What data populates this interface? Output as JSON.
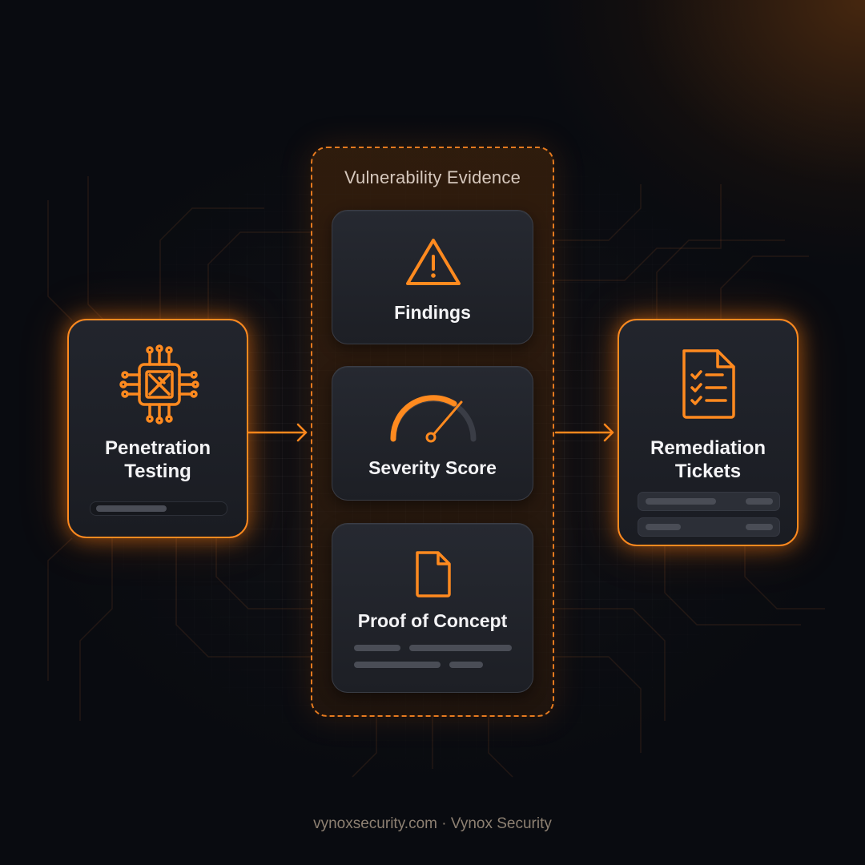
{
  "evidence_group": {
    "title": "Vulnerability Evidence"
  },
  "nodes": {
    "penetration_testing": {
      "label": "Penetration\nTesting",
      "icon": "circuit-chip-icon"
    },
    "findings": {
      "label": "Findings",
      "icon": "warning-triangle-icon"
    },
    "severity_score": {
      "label": "Severity Score",
      "icon": "gauge-icon"
    },
    "proof_of_concept": {
      "label": "Proof of Concept",
      "icon": "document-icon"
    },
    "remediation_tickets": {
      "label": "Remediation\nTickets",
      "icon": "checklist-document-icon"
    }
  },
  "edges": [
    {
      "from": "Penetration Testing",
      "to": "Vulnerability Evidence"
    },
    {
      "from": "Vulnerability Evidence",
      "to": "Remediation Tickets"
    }
  ],
  "footer": {
    "text": "vynoxsecurity.com · Vynox Security"
  },
  "colors": {
    "accent": "#ff8a1f",
    "background": "#090b10",
    "card": "#22252d"
  }
}
